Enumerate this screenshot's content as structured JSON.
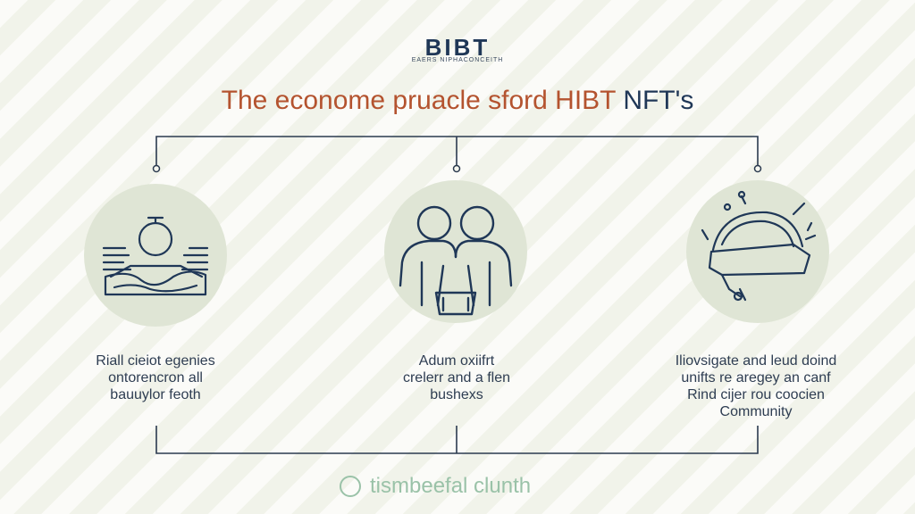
{
  "header": {
    "logo": "BIBT",
    "logo_subtitle": "EAERS NIPHACONCEITH",
    "title_part_a": "The econome pruacle sford HIBT",
    "title_part_b": "NFT's"
  },
  "columns": [
    {
      "icon": "landscape-gauge-icon",
      "lines": [
        "Riall cieiot egenies",
        "ontorencron all",
        "bauuylor feoth"
      ]
    },
    {
      "icon": "people-group-icon",
      "lines": [
        "Adum oxiifrt",
        "crelerr and a flen",
        "bushexs"
      ]
    },
    {
      "icon": "vehicle-machine-icon",
      "lines": [
        "Iliovsigate and leud doind",
        "unifts re aregey an canf",
        "Rind cijer rou coocien",
        "Community"
      ]
    }
  ],
  "footer": {
    "text": "tismbeefal clunth"
  },
  "colors": {
    "background": "#f6f7ef",
    "navy": "#1f3757",
    "rust": "#b4532f",
    "circle_fill": "#dfe5d5",
    "connector": "#2b3a4f",
    "footer_green": "#9ac2a8"
  }
}
